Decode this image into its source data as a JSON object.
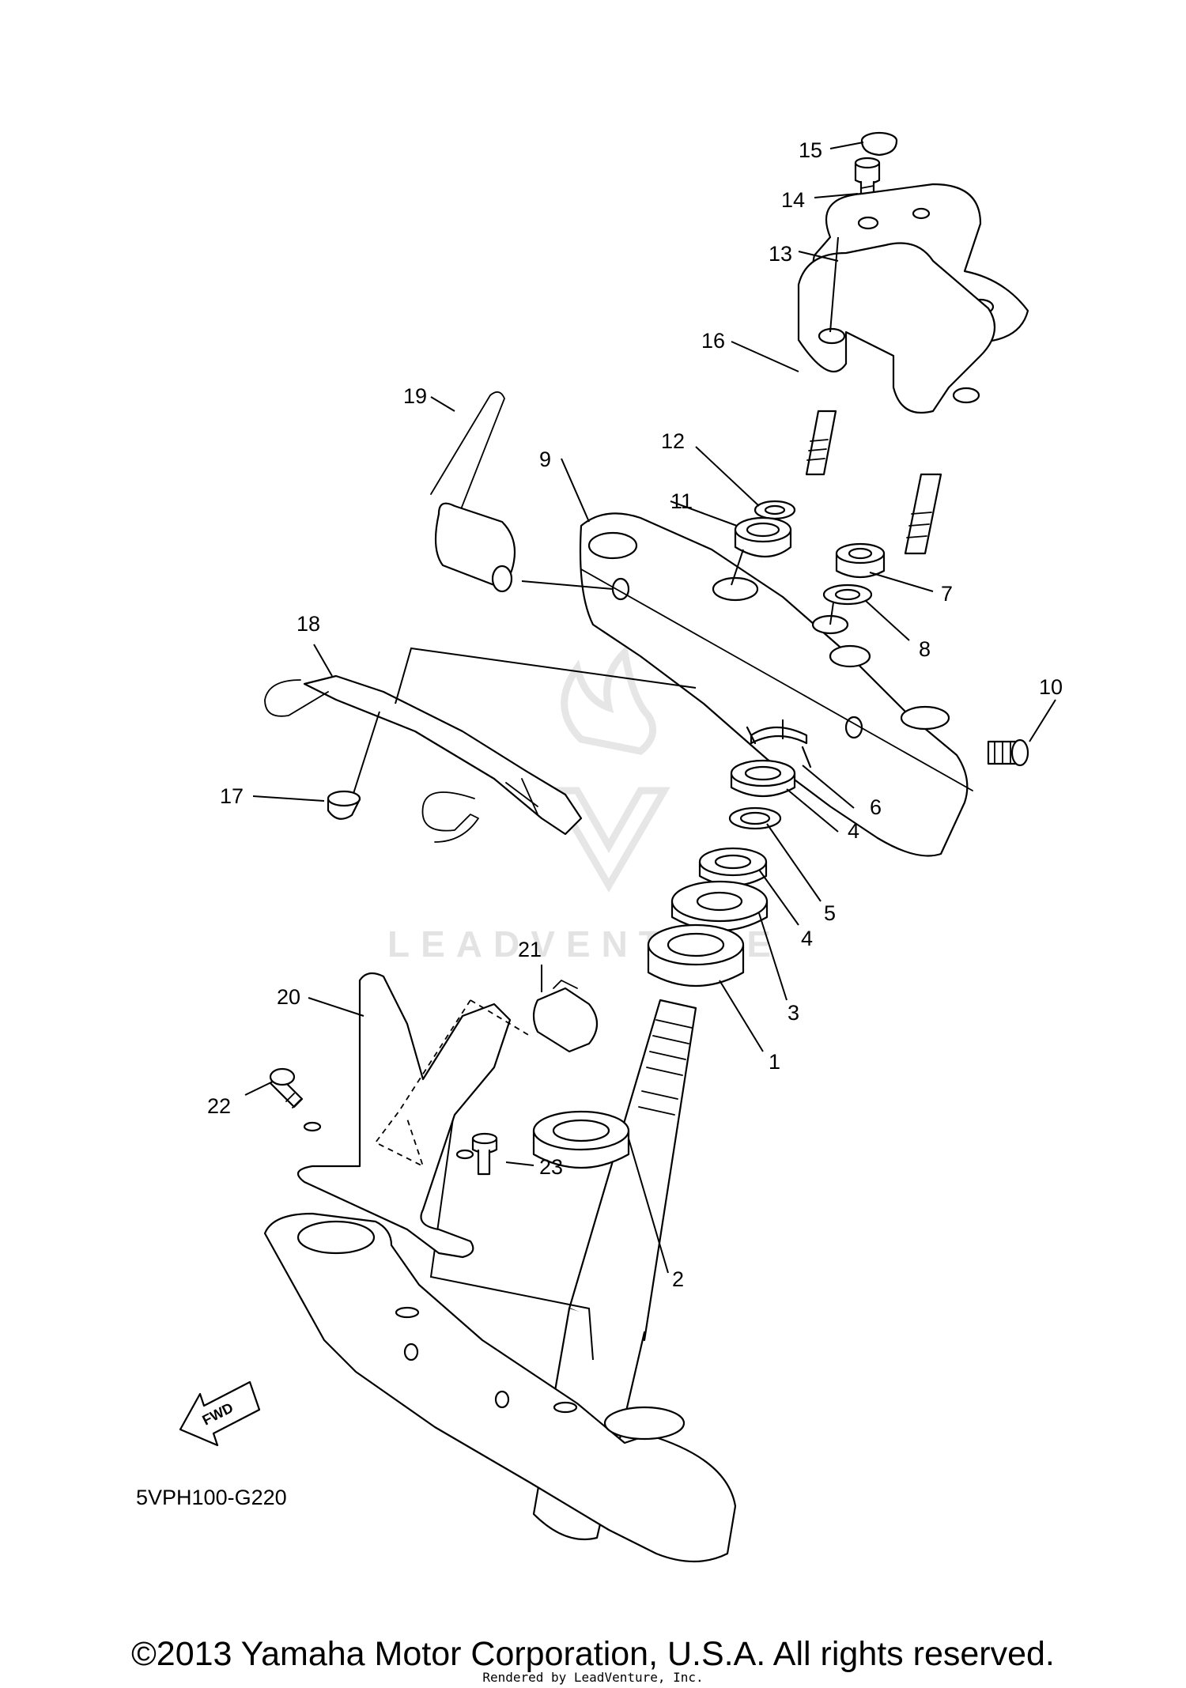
{
  "diagram_code": "5VPH100-G220",
  "fwd_label": "FWD",
  "watermark_text": "LEADVENTURE",
  "copyright": "©2013 Yamaha Motor Corporation, U.S.A. All rights reserved.",
  "rendered_by": "Rendered by LeadVenture, Inc.",
  "callouts": [
    "1",
    "2",
    "3",
    "4",
    "4",
    "5",
    "6",
    "7",
    "8",
    "9",
    "10",
    "11",
    "12",
    "13",
    "14",
    "15",
    "16",
    "17",
    "18",
    "19",
    "20",
    "21",
    "22",
    "23"
  ]
}
